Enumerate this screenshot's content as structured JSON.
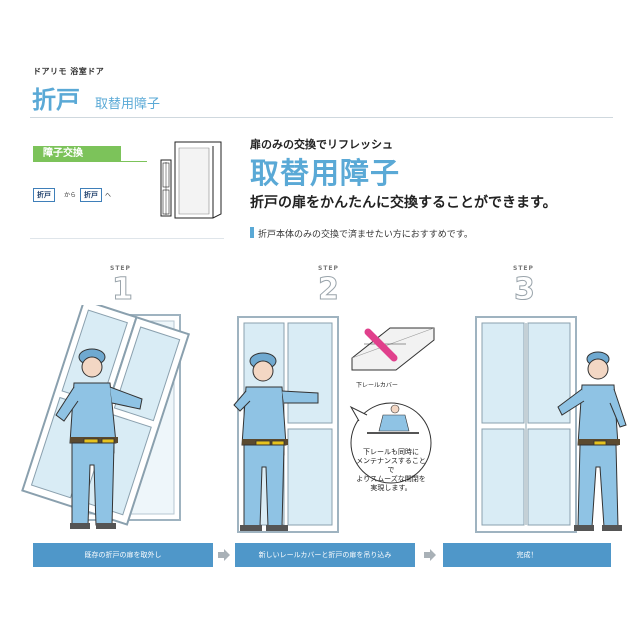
{
  "header": {
    "category": "ドアリモ 浴室ドア",
    "title": "折戸",
    "subtitle": "取替用障子"
  },
  "left_panel": {
    "badge": "障子交換",
    "from_label": "折戸",
    "from_word": "から",
    "to_label": "折戸",
    "to_word": "へ"
  },
  "intro": {
    "tagline": "扉のみの交換でリフレッシュ",
    "title": "取替用障子",
    "description": "折戸の扉をかんたんに交換することができます。",
    "note": "折戸本体のみの交換で済ませたい方におすすめです。"
  },
  "steps": [
    {
      "word": "STEP",
      "number": "1",
      "caption": "既存の折戸の扉を取外し"
    },
    {
      "word": "STEP",
      "number": "2",
      "caption": "新しいレールカバーと折戸の扉を吊り込み",
      "label": "下レールカバー",
      "callout": [
        "下レールも同時に",
        "メンテナンスすることで",
        "よりスムーズな開閉を",
        "実現します。"
      ]
    },
    {
      "word": "STEP",
      "number": "3",
      "caption": "完成！"
    }
  ],
  "colors": {
    "accent": "#5aa9d6",
    "badge": "#7cc35a",
    "banner": "#4f97c9",
    "uniform": "#8fc3e4",
    "glass": "#d9ecf5"
  }
}
